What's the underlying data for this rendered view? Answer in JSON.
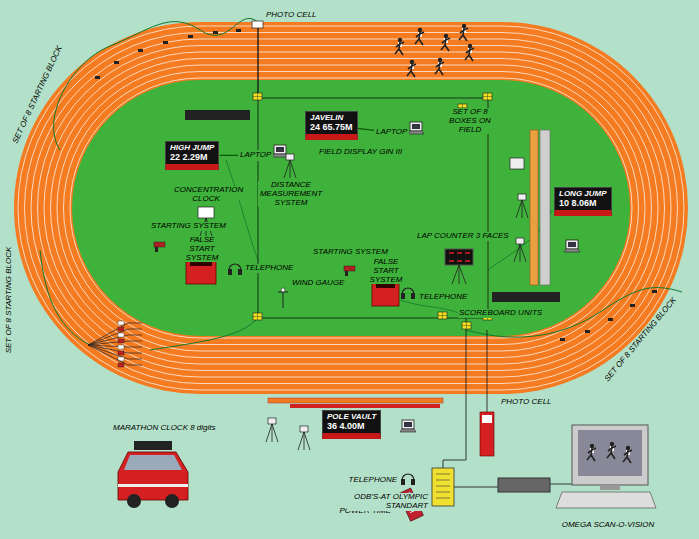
{
  "diagram": {
    "nodes": [
      {
        "text": [
          "HIGH JUMP",
          "22 2.29M"
        ]
      },
      {
        "text": [
          "LAPTOP"
        ]
      },
      {
        "text": [
          "JAVELIN",
          "24 65.75M"
        ]
      },
      {
        "text": [
          "LAPTOP"
        ]
      },
      {
        "text": [
          "LONG JUMP",
          "10 8.06M"
        ]
      },
      {
        "text": [
          "POLE VAULT",
          "36 4.00M"
        ]
      }
    ],
    "edges": [
      {
        "from": 1,
        "to": 0,
        "arrow": "none"
      },
      {
        "from": 3,
        "to": 2,
        "arrow": "none"
      }
    ],
    "labels": [
      "PHOTO CELL",
      "SET OF 8 STARTING BLOCK",
      "SET OF 8 STARTING BLOCK",
      "SET OF 8 STARTING BLOCK",
      "FIELD DISPLAY GIN III",
      "SET OF 8 BOXES ON FIELD",
      "CONCENTRATION CLOCK",
      "DISTANCE MEASUREMENT SYSTEM",
      "STARTING SYSTEM",
      "FALSE START SYSTEM",
      "TELEPHONE",
      "WIND GAUGE",
      "STARTING SYSTEM",
      "FALSE START SYSTEM",
      "TELEPHONE",
      "LAP COUNTER 3 FACES",
      "SCOREBOARD UNITS",
      "PHOTO CELL",
      "MARATHON CLOCK 8 digits",
      "TELEPHONE",
      "POWER TIME",
      "ODB'S-AT OLYMPIC STANDART",
      "OMEGA SCAN-O-VISION"
    ]
  }
}
